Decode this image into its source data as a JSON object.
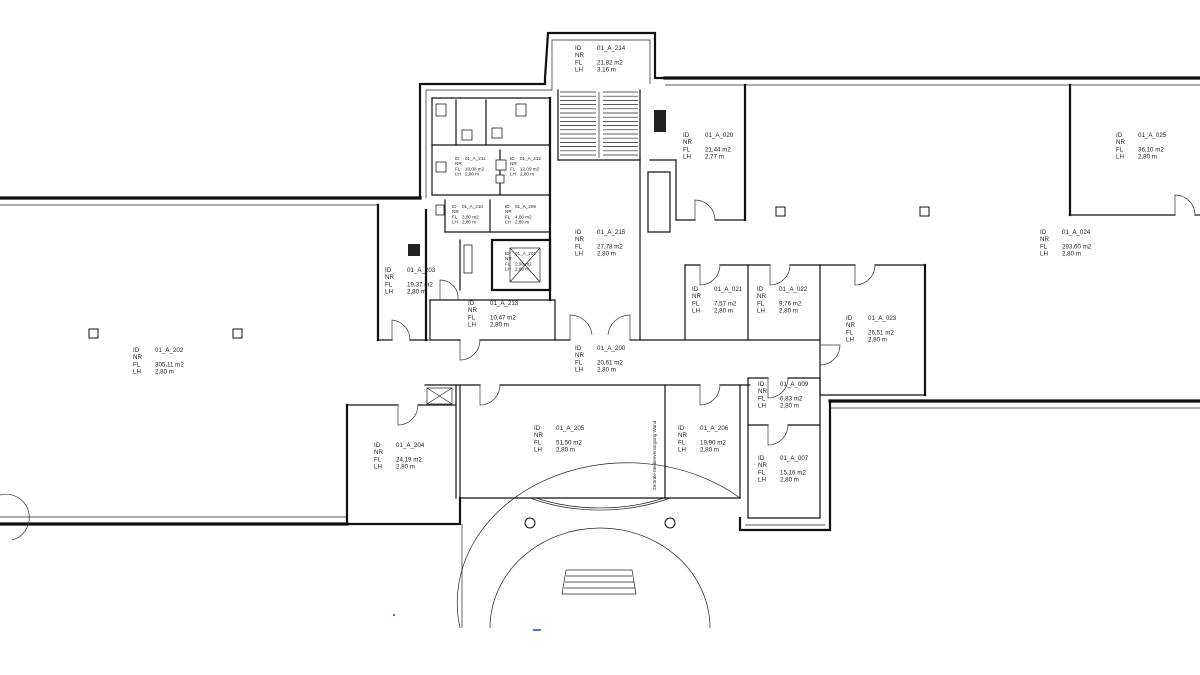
{
  "legend_keys": [
    "ID",
    "NR",
    "FL",
    "LH"
  ],
  "rooms": [
    {
      "id": "01_A_214",
      "fl": "21,82 m2",
      "lh": "3,16 m",
      "size": "n"
    },
    {
      "id": "01_A_020",
      "fl": "21,44 m2",
      "lh": "2,77 m",
      "size": "n"
    },
    {
      "id": "01_A_025",
      "fl": "36,10 m2",
      "lh": "2,80 m",
      "size": "n"
    },
    {
      "id": "01_A_024",
      "fl": "293,60 m2",
      "lh": "2,80 m",
      "size": "n"
    },
    {
      "id": "01_A_215",
      "fl": "27,78 m2",
      "lh": "2,80 m",
      "size": "n"
    },
    {
      "id": "01_A_203",
      "fl": "19,37 m2",
      "lh": "2,80 m",
      "size": "n"
    },
    {
      "id": "01_A_213",
      "fl": "10,47 m2",
      "lh": "2,80 m",
      "size": "n"
    },
    {
      "id": "01_A_202",
      "fl": "305,11 m2",
      "lh": "2,80 m",
      "size": "n"
    },
    {
      "id": "01_A_021",
      "fl": "7,57 m2",
      "lh": "2,80 m",
      "size": "n"
    },
    {
      "id": "01_A_022",
      "fl": "9,76 m2",
      "lh": "2,80 m",
      "size": "n"
    },
    {
      "id": "01_A_023",
      "fl": "26,51 m2",
      "lh": "2,80 m",
      "size": "n"
    },
    {
      "id": "01_A_200",
      "fl": "20,61 m2",
      "lh": "2,80 m",
      "size": "n"
    },
    {
      "id": "01_A_009",
      "fl": "6,83 m2",
      "lh": "2,80 m",
      "size": "n"
    },
    {
      "id": "01_A_205",
      "fl": "51,50 m2",
      "lh": "2,80 m",
      "size": "n"
    },
    {
      "id": "01_A_206",
      "fl": "19,90 m2",
      "lh": "2,80 m",
      "size": "n"
    },
    {
      "id": "01_A_204",
      "fl": "24,19 m2",
      "lh": "2,80 m",
      "size": "n"
    },
    {
      "id": "01_A_007",
      "fl": "15,16 m2",
      "lh": "2,80 m",
      "size": "n"
    },
    {
      "id": "01_A_211",
      "fl": "10,08 m2",
      "lh": "2,80 m",
      "size": "s"
    },
    {
      "id": "01_A_212",
      "fl": "12,09 m2",
      "lh": "2,80 m",
      "size": "s"
    },
    {
      "id": "01_A_210",
      "fl": "3,60 m2",
      "lh": "2,80 m",
      "size": "s"
    },
    {
      "id": "01_A_209",
      "fl": "4,00 m2",
      "lh": "2,80 m",
      "size": "s"
    },
    {
      "id": "01_A_201",
      "fl": "2,98 m2",
      "lh": "2,80 m",
      "size": "s"
    }
  ],
  "wall_label": "Zentrale Medienversorgung Wand"
}
